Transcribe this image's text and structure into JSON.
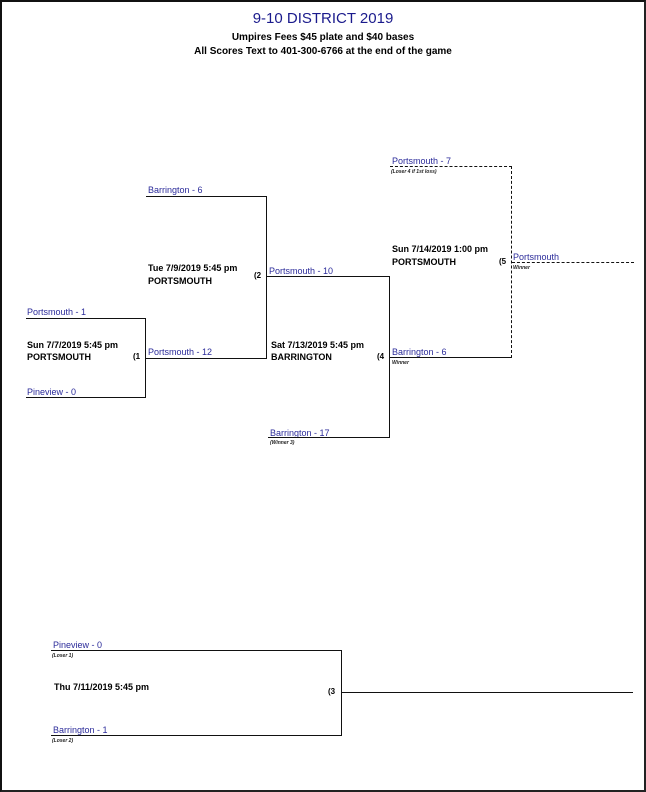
{
  "header": {
    "title": "9-10 DISTRICT 2019",
    "subtitle1": "Umpires Fees $45 plate and $40 bases",
    "subtitle2": "All Scores Text to 401-300-6766 at the end of the game"
  },
  "games": [
    {
      "number": "(1",
      "date": "Sun 7/7/2019 5:45 pm",
      "location": "PORTSMOUTH",
      "top_team": "Portsmouth - 1",
      "bottom_team": "Pineview - 0",
      "winner_team": "Portsmouth - 12"
    },
    {
      "number": "(2",
      "date": "Tue 7/9/2019 5:45 pm",
      "location": "PORTSMOUTH",
      "top_team": "Barrington - 6",
      "winner_team": "Portsmouth - 10"
    },
    {
      "number": "(3",
      "date": "Thu 7/11/2019 5:45 pm",
      "location": "",
      "top_team": "Pineview - 0",
      "top_note": "(Loser 1)",
      "bottom_team": "Barrington - 1",
      "bottom_note": "(Loser 2)"
    },
    {
      "number": "(4",
      "date": "Sat 7/13/2019 5:45 pm",
      "location": "BARRINGTON",
      "bottom_team": "Barrington - 17",
      "bottom_note": "(Winner 3)",
      "winner_team": "Barrington - 6",
      "winner_note": "Winner"
    },
    {
      "number": "(5",
      "date": "Sun 7/14/2019 1:00 pm",
      "location": "PORTSMOUTH",
      "top_team": "Portsmouth - 7",
      "top_note": "(Loser 4 if 1st loss)",
      "winner_team": "Portsmouth",
      "winner_note": "Winner"
    }
  ]
}
